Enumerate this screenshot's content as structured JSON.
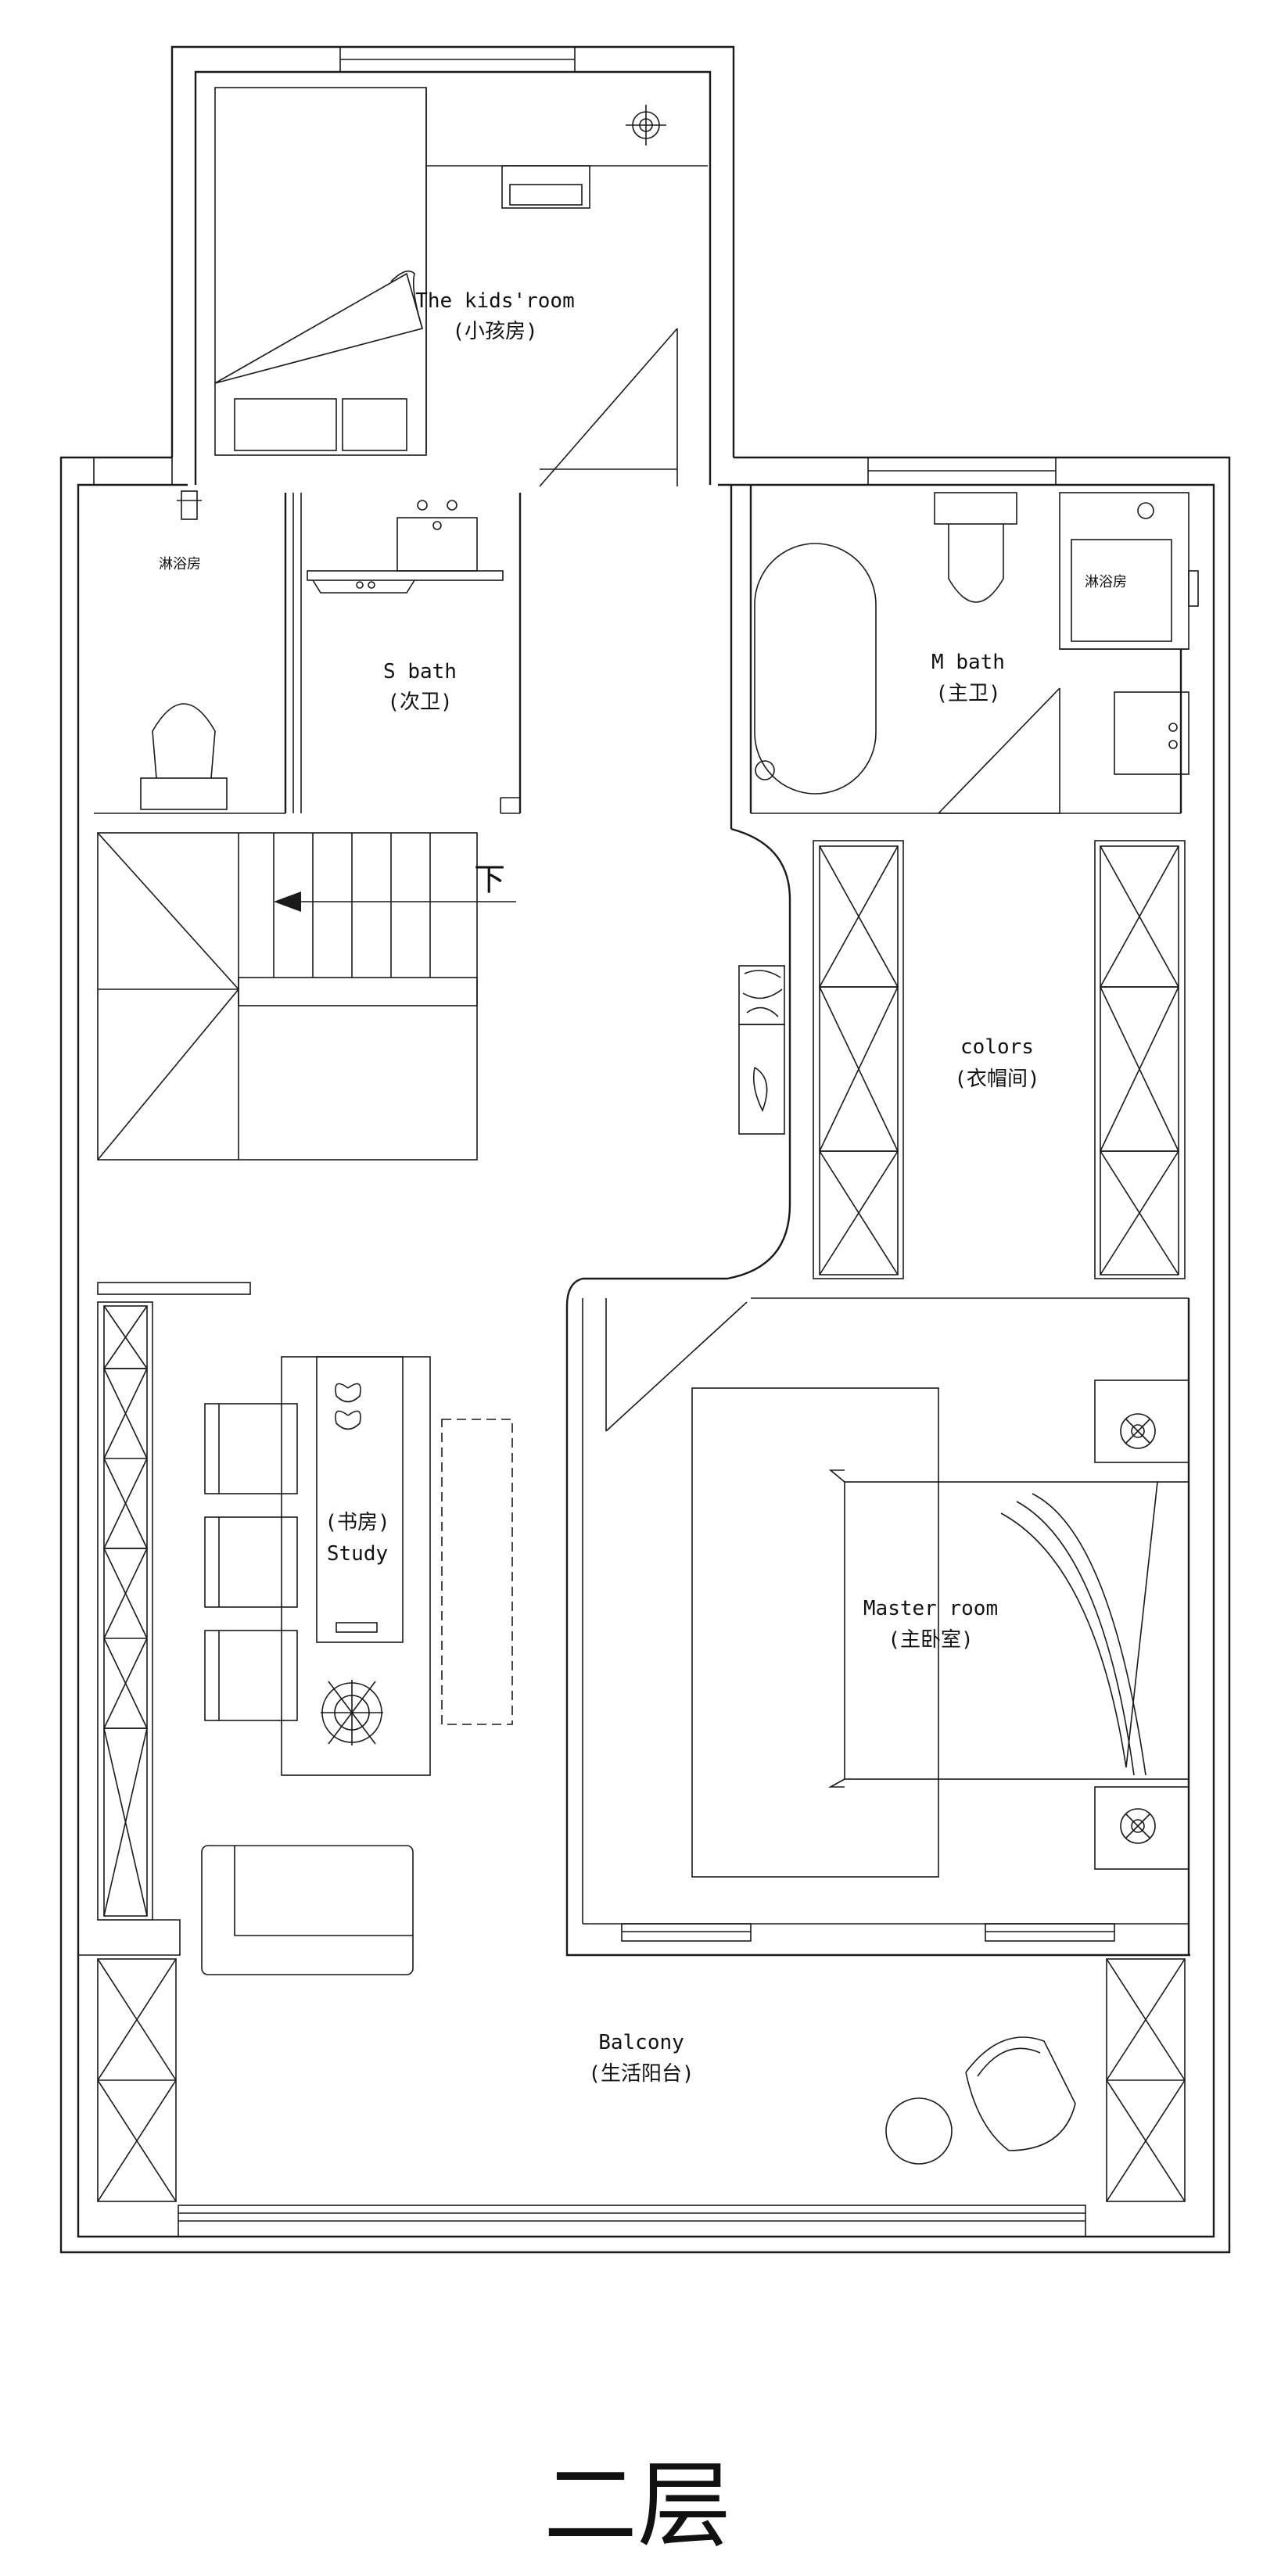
{
  "plan": {
    "title": "二层",
    "stair_direction": "下",
    "rooms": {
      "kids": {
        "en": "The kids'room",
        "zh": "(小孩房)"
      },
      "shower_left": {
        "zh": "淋浴房"
      },
      "s_bath": {
        "en": "S bath",
        "zh": "(次卫)"
      },
      "m_bath": {
        "en": "M bath",
        "zh": "(主卫)"
      },
      "shower_right": {
        "zh": "淋浴房"
      },
      "colors": {
        "en": "colors",
        "zh": "(衣帽间)"
      },
      "study": {
        "zh": "(书房)",
        "en": "Study"
      },
      "master": {
        "en": "Master room",
        "zh": "(主卧室)"
      },
      "balcony": {
        "en": "Balcony",
        "zh": "(生活阳台)"
      }
    }
  }
}
